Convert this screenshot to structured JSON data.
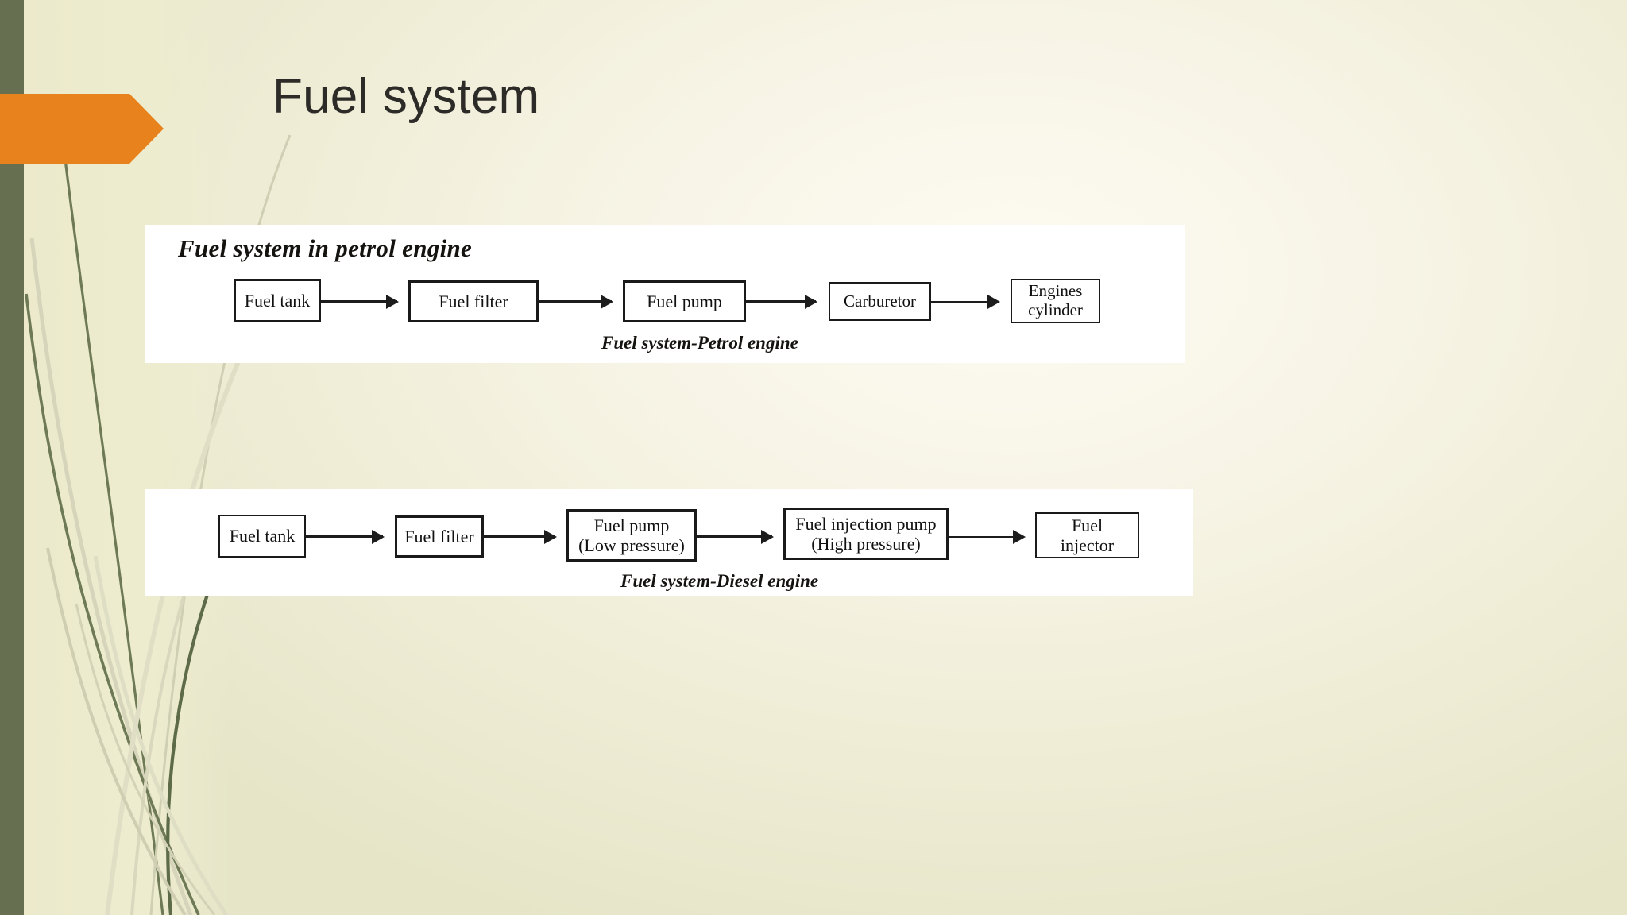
{
  "slide": {
    "title": "Fuel system",
    "colors": {
      "accent_orange": "#e8821d",
      "left_bar_green": "#667050",
      "grass_green": "#5d6b49",
      "background_cream": "#f2efdd",
      "text_dark": "#2d2b28"
    }
  },
  "petrol_diagram": {
    "heading": "Fuel system in petrol engine",
    "caption": "Fuel system-Petrol engine",
    "boxes": [
      {
        "label": "Fuel tank"
      },
      {
        "label": "Fuel filter"
      },
      {
        "label": "Fuel pump"
      },
      {
        "label": "Carburetor"
      },
      {
        "line1": "Engines",
        "line2": "cylinder"
      }
    ]
  },
  "diesel_diagram": {
    "caption": "Fuel system-Diesel engine",
    "boxes": [
      {
        "label": "Fuel tank"
      },
      {
        "label": "Fuel filter"
      },
      {
        "line1": "Fuel pump",
        "line2": "(Low pressure)"
      },
      {
        "line1": "Fuel injection pump",
        "line2": "(High pressure)"
      },
      {
        "line1": "Fuel",
        "line2": "injector"
      }
    ]
  }
}
